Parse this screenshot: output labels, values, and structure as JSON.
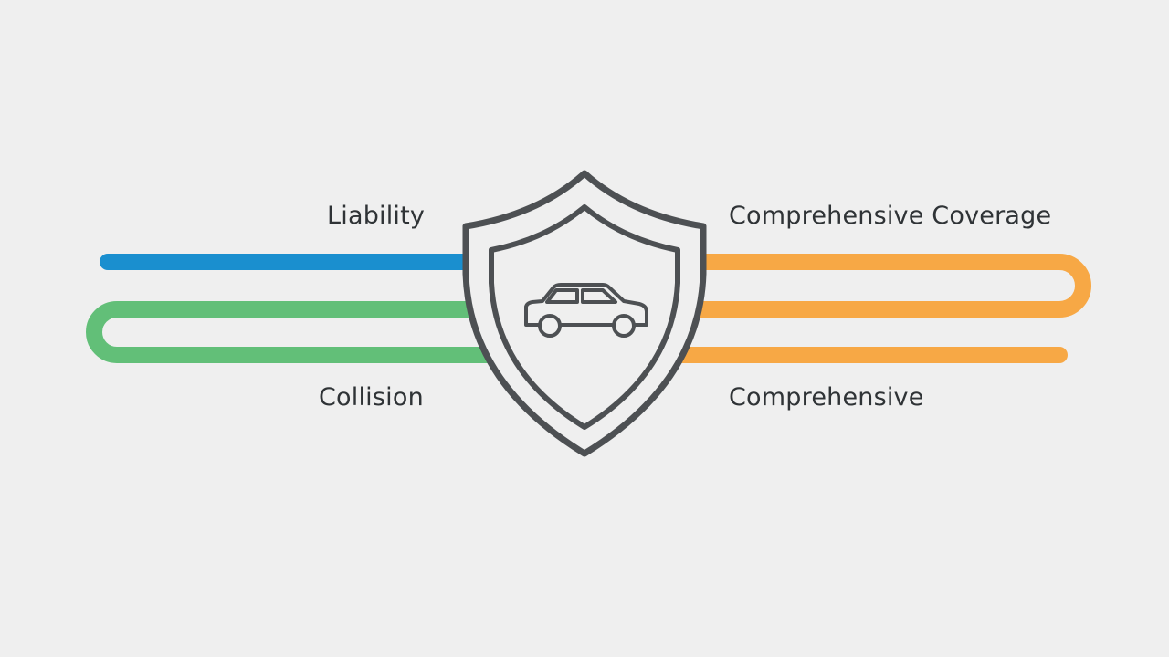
{
  "labels": {
    "liability": "Liability",
    "comprehensive_coverage": "Comprehensive Coverage",
    "collision": "Collision",
    "comprehensive": "Comprehensive"
  },
  "colors": {
    "background": "#efefef",
    "liability_line": "#1a8fcf",
    "collision_line": "#62bf78",
    "comprehensive_line": "#f7a845",
    "shield_outline": "#4d5053",
    "text": "#2f3336"
  },
  "icons": {
    "center": "shield-icon",
    "inner": "car-icon"
  }
}
